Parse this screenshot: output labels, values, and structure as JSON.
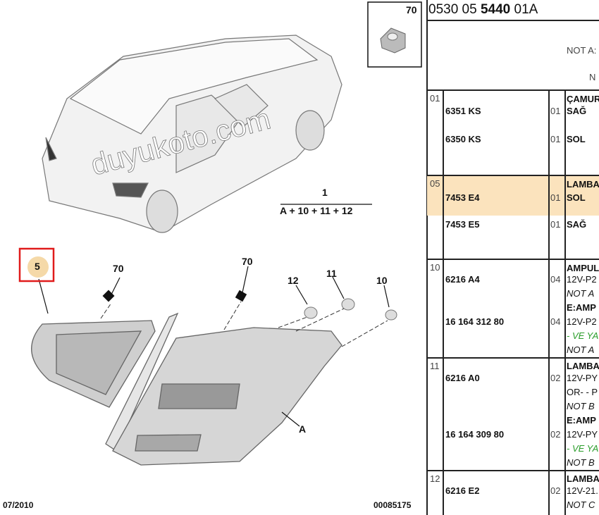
{
  "diagram": {
    "callout_1": "1",
    "callout_1_formula": "A + 10 + 11 + 12",
    "callout_5": "5",
    "callout_70a": "70",
    "callout_70b": "70",
    "callout_12": "12",
    "callout_11": "11",
    "callout_10": "10",
    "callout_A": "A",
    "date": "07/2010",
    "drawing_number": "00085175",
    "watermark": "duyukoto.com",
    "thumbnail_label": "70",
    "highlight_color": "#f5d9a8",
    "selected_color": "#e01b1b"
  },
  "table": {
    "reference_prefix": "0530 05 ",
    "reference_bold": "5440",
    "reference_suffix": " 01A",
    "header_note1": "NOT A:",
    "header_note2": "N",
    "highlight_color": "#fbe3bd",
    "rows": [
      {
        "no": "01",
        "lines": [
          {
            "part": "",
            "qty": "",
            "desc": "ÇAMUR",
            "style": "b"
          },
          {
            "part": "6351 KS",
            "qty": "01",
            "desc": "SAĞ",
            "style": "b"
          },
          {
            "part": "",
            "qty": "",
            "desc": "",
            "style": ""
          },
          {
            "part": "6350 KS",
            "qty": "01",
            "desc": "SOL",
            "style": "b"
          }
        ]
      },
      {
        "no": "05",
        "lines": [
          {
            "part": "",
            "qty": "",
            "desc": "LAMBA",
            "style": "b"
          },
          {
            "part": "7453 E4",
            "qty": "01",
            "desc": "SOL",
            "style": "b"
          },
          {
            "part": "",
            "qty": "",
            "desc": "",
            "style": ""
          },
          {
            "part": "7453 E5",
            "qty": "01",
            "desc": "SAĞ",
            "style": "b"
          }
        ]
      },
      {
        "no": "10",
        "lines": [
          {
            "part": "",
            "qty": "",
            "desc": "AMPUL",
            "style": "b"
          },
          {
            "part": "6216 A4",
            "qty": "04",
            "desc": "12V-P2",
            "style": ""
          },
          {
            "part": "",
            "qty": "",
            "desc": "NOT A",
            "style": "i"
          },
          {
            "part": "",
            "qty": "",
            "desc": "E:AMP",
            "style": "b"
          },
          {
            "part": "16 164 312 80",
            "qty": "04",
            "desc": "12V-P2",
            "style": ""
          },
          {
            "part": "",
            "qty": "",
            "desc": "- VE YA",
            "style": "g"
          },
          {
            "part": "",
            "qty": "",
            "desc": "NOT A",
            "style": "i"
          }
        ]
      },
      {
        "no": "11",
        "lines": [
          {
            "part": "",
            "qty": "",
            "desc": "LAMBA",
            "style": "b"
          },
          {
            "part": "6216 A0",
            "qty": "02",
            "desc": "12V-PY",
            "style": ""
          },
          {
            "part": "",
            "qty": "",
            "desc": "OR- - P",
            "style": ""
          },
          {
            "part": "",
            "qty": "",
            "desc": "NOT B",
            "style": "i"
          },
          {
            "part": "",
            "qty": "",
            "desc": "E:AMP",
            "style": "b"
          },
          {
            "part": "16 164 309 80",
            "qty": "02",
            "desc": "12V-PY",
            "style": ""
          },
          {
            "part": "",
            "qty": "",
            "desc": "- VE YA",
            "style": "g"
          },
          {
            "part": "",
            "qty": "",
            "desc": "NOT B",
            "style": "i"
          }
        ]
      },
      {
        "no": "12",
        "lines": [
          {
            "part": "",
            "qty": "",
            "desc": "LAMBA",
            "style": "b"
          },
          {
            "part": "6216 E2",
            "qty": "02",
            "desc": "12V-21.",
            "style": ""
          },
          {
            "part": "",
            "qty": "",
            "desc": "NOT C",
            "style": "i"
          }
        ]
      }
    ]
  }
}
